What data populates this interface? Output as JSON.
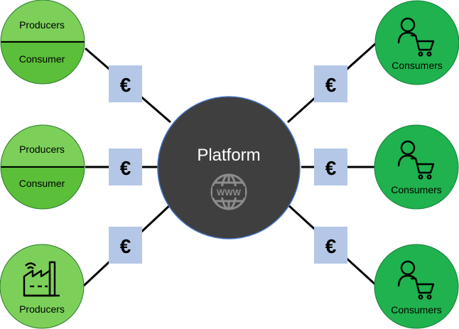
{
  "platform": {
    "label": "Platform",
    "icon": "www-globe-icon",
    "www_text": "WWW"
  },
  "currency_symbol": "€",
  "left_nodes": [
    {
      "type": "split",
      "top_label": "Producers",
      "bottom_label": "Consumer"
    },
    {
      "type": "split",
      "top_label": "Producers",
      "bottom_label": "Consumer"
    },
    {
      "type": "icon",
      "label": "Producers",
      "icon": "factory-icon"
    }
  ],
  "right_nodes": [
    {
      "label": "Consumers",
      "icon": "shopper-cart-icon"
    },
    {
      "label": "Consumers",
      "icon": "shopper-cart-icon"
    },
    {
      "label": "Consumers",
      "icon": "shopper-cart-icon"
    }
  ],
  "colors": {
    "light_green": "#7cd05a",
    "dark_green": "#1fb24e",
    "platform_fill": "#3f3f3f",
    "platform_stroke": "#4472c4",
    "euro_box": "#b4c7e7"
  }
}
